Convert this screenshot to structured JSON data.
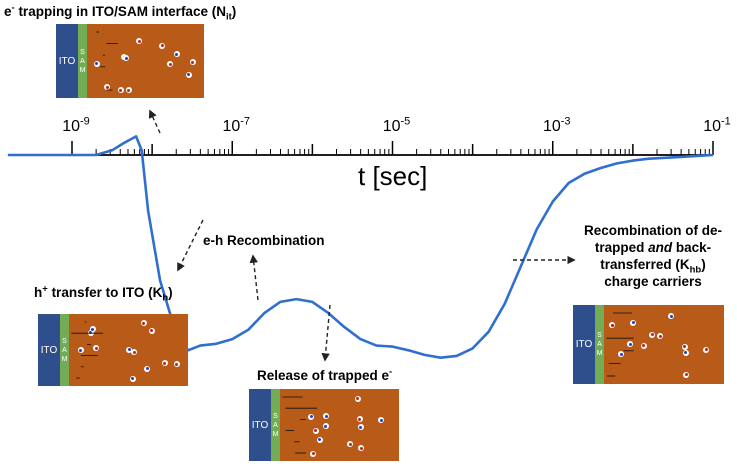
{
  "axis": {
    "tick_bases": [
      "10",
      "10",
      "10",
      "10",
      "10"
    ],
    "tick_exponents": [
      "-9",
      "-7",
      "-5",
      "-3",
      "-1"
    ],
    "title": "t [sec]",
    "tick_values": [
      1e-09,
      1e-07,
      1e-05,
      0.001,
      0.1
    ]
  },
  "labels": {
    "trapping": {
      "prefix": "e",
      "sup": "-",
      "text": " trapping in ITO/SAM interface (N",
      "sub": "it",
      "suffix": ")"
    },
    "hole_transfer": {
      "prefix": "h",
      "sup": "+",
      "text": " transfer to ITO (K",
      "sub": "h",
      "suffix": ")"
    },
    "recombination": "e-h Recombination",
    "release": {
      "text": "Release of trapped e",
      "sup": "-"
    },
    "back_transfer": {
      "line1": "Recombination of de-",
      "line2_pre": "trapped ",
      "line2_italic": "and",
      "line2_post": " back-",
      "line3": "transferred (K",
      "line3_sub": "hb",
      "line3_suffix": ")",
      "line4": "charge carriers"
    }
  },
  "panels": {
    "ito_label": "ITO",
    "sam_letters": [
      "S",
      "A",
      "M"
    ]
  },
  "colors": {
    "curve": "#2f6fd0",
    "ito": "#2e4e8c",
    "sam": "#72ad55",
    "bulk": "#b85a18",
    "electron": "#c02020",
    "hole": "#2040c0",
    "arrow": "#222222"
  },
  "curve": {
    "x_log10": [
      -9.8,
      -9.4,
      -9.0,
      -8.7,
      -8.5,
      -8.35,
      -8.2,
      -8.13,
      -8.05,
      -7.9,
      -7.75,
      -7.65,
      -7.55,
      -7.4,
      -7.2,
      -7.0,
      -6.8,
      -6.6,
      -6.4,
      -6.2,
      -6.0,
      -5.8,
      -5.6,
      -5.4,
      -5.2,
      -5.0,
      -4.8,
      -4.6,
      -4.4,
      -4.2,
      -4.0,
      -3.8,
      -3.6,
      -3.4,
      -3.2,
      -3.0,
      -2.8,
      -2.6,
      -2.4,
      -2.2,
      -2.0,
      -1.8,
      -1.6,
      -1.4,
      -1.2,
      -1.0
    ],
    "y_rel": [
      0.0,
      0.0,
      0.0,
      0.0,
      0.05,
      0.13,
      0.2,
      0.05,
      -0.6,
      -1.35,
      -1.78,
      -1.98,
      -2.1,
      -2.05,
      -2.03,
      -1.98,
      -1.88,
      -1.7,
      -1.58,
      -1.55,
      -1.58,
      -1.7,
      -1.85,
      -1.98,
      -2.05,
      -2.06,
      -2.1,
      -2.15,
      -2.18,
      -2.16,
      -2.08,
      -1.9,
      -1.6,
      -1.2,
      -0.8,
      -0.5,
      -0.3,
      -0.2,
      -0.14,
      -0.09,
      -0.06,
      -0.04,
      -0.03,
      -0.02,
      -0.01,
      0.0
    ]
  }
}
